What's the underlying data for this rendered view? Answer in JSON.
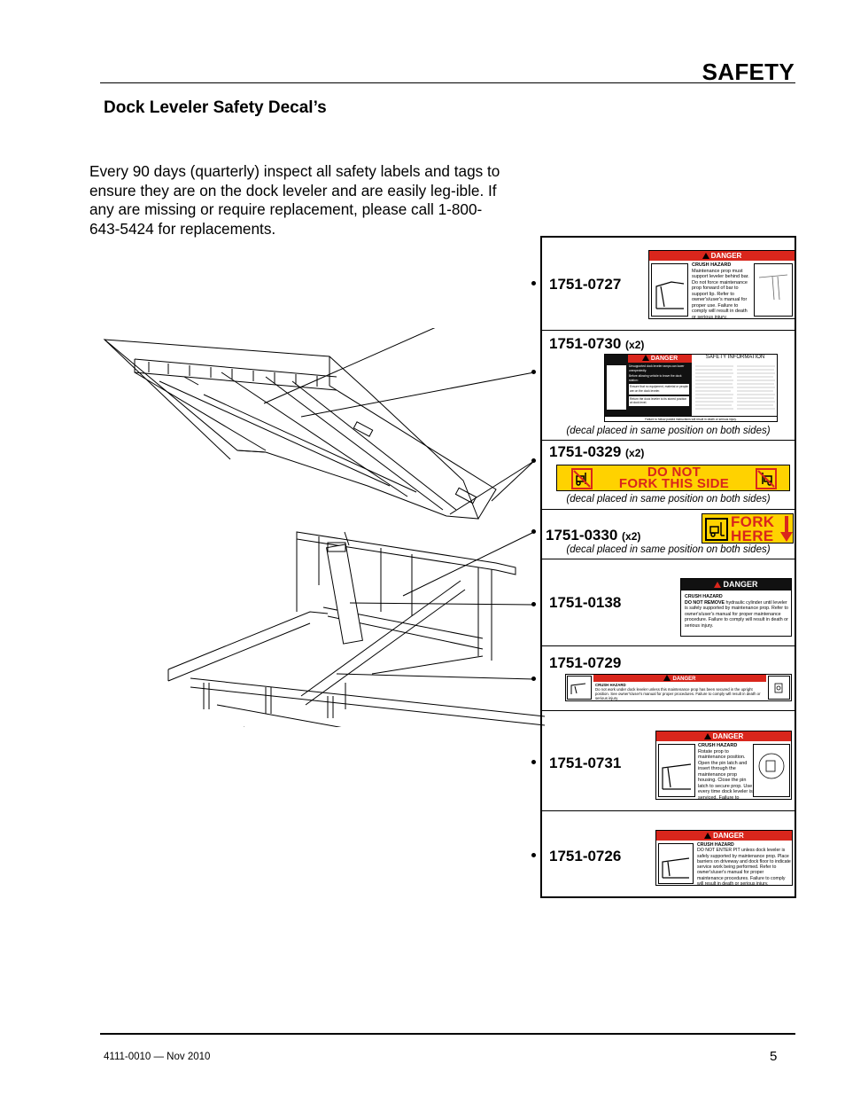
{
  "header": {
    "section_title": "SAFETY",
    "subtitle": "Dock Leveler Safety Decal’s"
  },
  "intro": "Every 90 days (quarterly) inspect all safety labels and tags to ensure they are on the dock leveler and are easily leg-ible. If any are missing or require replacement, please call 1-800-643-5424 for replacements.",
  "footer": {
    "doc_ref": "4111-0010 — Nov 2010",
    "page_number": "5"
  },
  "colors": {
    "danger_red": "#d9261c",
    "fork_yellow": "#ffd200"
  },
  "decals": {
    "d0727": {
      "part_number": "1751-0727",
      "header": "DANGER",
      "hazard": "CRUSH HAZARD",
      "text": "Maintenance prop must support leveler behind bar. Do not force maintenance prop forward of bar to support lip. Refer to owner's/user's manual for proper use. Failure to comply will result in death or serious injury."
    },
    "d0730": {
      "part_number": "1751-0730",
      "qty": "(x2)",
      "header": "DANGER",
      "info_header": "SAFETY INFORMATION",
      "line1": "Unsupported dock leveler ramps can lower unexpectedly.",
      "line2": "Before allowing vehicle to leave the dock station:",
      "bullet1": "Ensure that no equipment, material or people are on the dock leveler.",
      "bullet2": "Return the dock leveler to its stored position at dock level.",
      "footer": "Failure to follow posted instructions will result in death or serious injury.",
      "note": "(decal placed in same position on both sides)"
    },
    "d0329": {
      "part_number": "1751-0329",
      "qty": "(x2)",
      "line1": "DO NOT",
      "line2": "FORK THIS SIDE",
      "note": "(decal placed in same position on both sides)"
    },
    "d0330": {
      "part_number": "1751-0330",
      "qty": "(x2)",
      "line1": "FORK",
      "line2": "HERE",
      "note": "(decal placed in same position on both sides)"
    },
    "d0138": {
      "part_number": "1751-0138",
      "header": "DANGER",
      "hazard": "CRUSH HAZARD",
      "emph": "DO NOT REMOVE",
      "text": "hydraulic cylinder until leveler is safely supported by maintenance prop. Refer to owner's/user's manual for proper maintenance procedure. Failure to comply will result in death or serious injury."
    },
    "d0729": {
      "part_number": "1751-0729",
      "header": "DANGER",
      "hazard": "CRUSH HAZARD",
      "text": "Do not work under dock leveler unless this maintenance prop has been secured in the upright position. See owner's/user's manual for proper procedures. Failure to comply will result in death or serious injury."
    },
    "d0731": {
      "part_number": "1751-0731",
      "header": "DANGER",
      "hazard": "CRUSH HAZARD",
      "text": "Rotate prop to maintenance position. Open the pin latch and insert through the maintenance prop housing. Close the pin latch to secure prop. Use every time dock leveler is serviced. Failure to comply will result in death or serious injury."
    },
    "d0726": {
      "part_number": "1751-0726",
      "header": "DANGER",
      "hazard": "CRUSH HAZARD",
      "text": "DO NOT ENTER PIT unless dock leveler is safely supported by maintenance prop. Place barriers on driveway and dock floor to indicate service work being performed. Refer to owner's/user's manual for proper maintenance procedures. Failure to comply will result in death or serious injury."
    }
  }
}
